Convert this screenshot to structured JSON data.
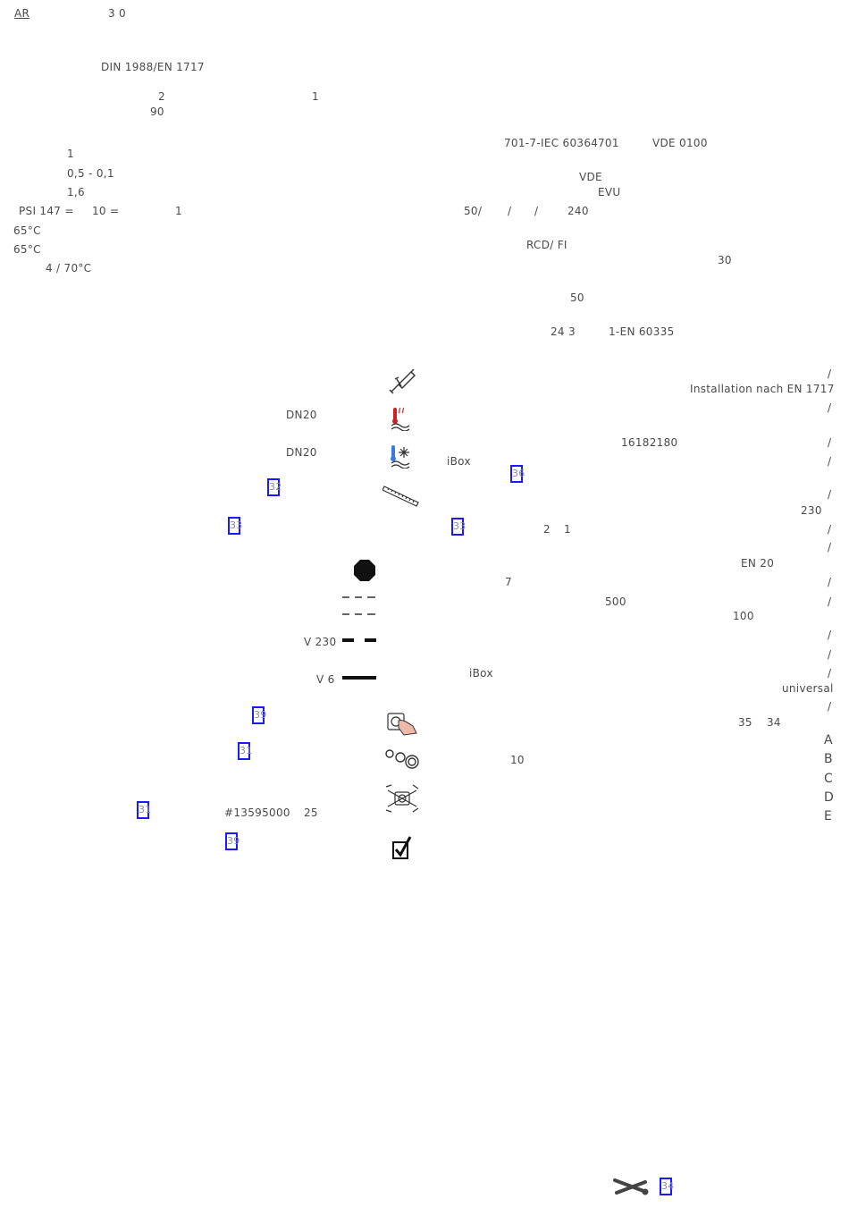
{
  "header": {
    "code": "AR",
    "page": "3 0"
  },
  "left_specs": {
    "standard": "DIN 1988/EN 1717",
    "row_2": "2",
    "row_1": "1",
    "row_90": "90",
    "v1": "1",
    "v2": "0,5 - 0,1",
    "v3": "1,6",
    "psi": "PSI 147 =",
    "ten": "10 =",
    "psi_1": "1",
    "temp1": "65°C",
    "temp2": "65°C",
    "temp3": "4 / 70°C"
  },
  "right_specs": {
    "iec": "701-7-IEC 60364",
    "n701": "701",
    "vde0100": "VDE 0100",
    "vde": "VDE",
    "evu": "EVU",
    "hz": "50/",
    "slash1": "/",
    "slash2": "/",
    "v240": "240",
    "rcd": "RCD/ FI",
    "n30": "30",
    "n50": "50",
    "n24": "24 3",
    "en60335": "1-EN 60335"
  },
  "mid_left": {
    "dn20_a": "DN20",
    "dn20_b": "DN20",
    "ref32": "32",
    "ref33a": "33",
    "v230": "V 230",
    "v6": "V 6",
    "ref39a": "39",
    "ref31a": "31",
    "ref31b": "31",
    "part_no": "#13595000",
    "n25": "25",
    "ref39b": "39"
  },
  "mid_right": {
    "ibox1": "iBox",
    "ref36": "36",
    "ref33b": "33",
    "n2": "2",
    "n1": "1",
    "n7": "7",
    "n500": "500",
    "ibox2": "iBox",
    "n10": "10"
  },
  "far_right": {
    "slash_a": "/",
    "install": "Installation nach EN 1717",
    "slash_b": "/",
    "part16": "16182180",
    "slash_c": "/",
    "slash_d": "/",
    "slash_e": "/",
    "n230": "230",
    "slash_f": "/",
    "slash_g": "/",
    "en20": "EN 20",
    "slash_h": "/",
    "slash_i": "/",
    "n100": "100",
    "slash_j": "/",
    "slash_k": "/",
    "slash_l": "/",
    "universal": "universal",
    "slash_m": "/",
    "n35": "35",
    "n34": "34",
    "letters": [
      "A",
      "B",
      "C",
      "D",
      "E"
    ]
  },
  "footer": {
    "ref34": "34"
  },
  "icons": [
    "caulking-gun-icon",
    "hot-water-icon",
    "cold-water-icon",
    "ruler-icon",
    "stop-octagon-icon",
    "dashed-line-icon",
    "dashed-line-icon",
    "dash-line-icon",
    "solid-line-icon",
    "hand-button-icon",
    "fittings-icon",
    "valve-assembly-icon",
    "checkbox-icon",
    "tools-icon"
  ],
  "colors": {
    "ref_border": "#1a1aff",
    "text": "#4a4a4a",
    "hot_red": "#cc2222",
    "cold_blue": "#3a7be0"
  }
}
